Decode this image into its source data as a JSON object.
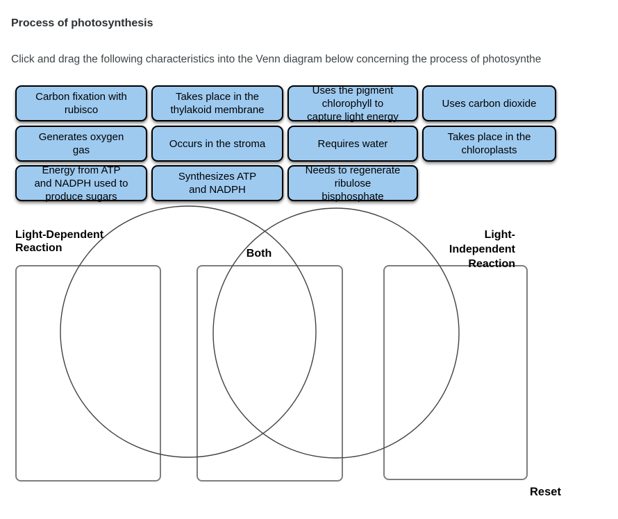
{
  "page": {
    "title": "Process of photosynthesis",
    "instruction": "Click and drag the following characteristics into the Venn diagram below concerning the process of photosynthe"
  },
  "chips": [
    "Carbon fixation with\nrubisco",
    "Takes place in the\nthylakoid membrane",
    "Uses the pigment\nchlorophyll to\ncapture light energy",
    "Uses carbon dioxide",
    "Generates oxygen\ngas",
    "Occurs in the stroma",
    "Requires water",
    "Takes place in the\nchloroplasts",
    "Energy from ATP\nand NADPH used to\nproduce sugars",
    "Synthesizes ATP\nand NADPH",
    "Needs to regenerate\nribulose\nbisphosphate"
  ],
  "venn": {
    "left_label": "Light-Dependent\nReaction",
    "middle_label": "Both",
    "right_label": "Light-\nIndependent\nReaction",
    "reset_label": "Reset"
  },
  "colors": {
    "chip_fill": "#9ecaf0",
    "chip_border": "#000000",
    "zone_border": "#7d7d7d",
    "circle_stroke": "#414141",
    "title_color": "#2d3134",
    "instruction_color": "#3f4549"
  }
}
